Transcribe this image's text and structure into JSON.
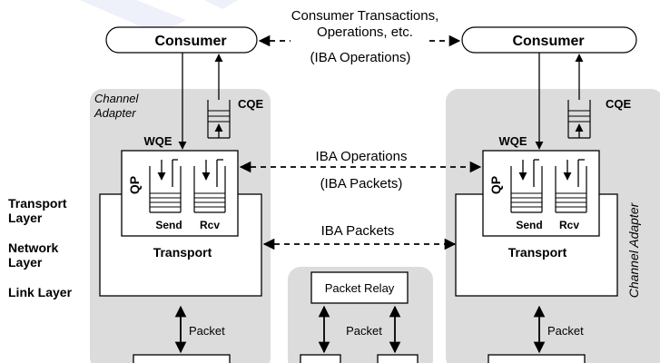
{
  "top": {
    "left_consumer": "Consumer",
    "right_consumer": "Consumer",
    "consumer_link_line1": "Consumer Transactions,",
    "consumer_link_line2": "Operations, etc.",
    "consumer_link_line3": "(IBA Operations)"
  },
  "left_ca": {
    "title_line1": "Channel",
    "title_line2": "Adapter",
    "cqe": "CQE",
    "wqe": "WQE",
    "qp": "QP",
    "send": "Send",
    "rcv": "Rcv",
    "transport": "Transport",
    "packet": "Packet"
  },
  "right_ca": {
    "title": "Channel Adapter",
    "cqe": "CQE",
    "wqe": "WQE",
    "qp": "QP",
    "send": "Send",
    "rcv": "Rcv",
    "transport": "Transport",
    "packet": "Packet"
  },
  "middle": {
    "iba_ops_line1": "IBA Operations",
    "iba_ops_line2": "(IBA Packets)",
    "iba_packets": "IBA Packets",
    "packet_relay": "Packet Relay",
    "packet": "Packet"
  },
  "layers": {
    "transport_line1": "Transport",
    "transport_line2": "Layer",
    "network_line1": "Network",
    "network_line2": "Layer",
    "link": "Link Layer"
  },
  "colors": {
    "adapter_fill": "#dcdcdc",
    "stroke": "#000000",
    "watermark": "#eef0fa"
  }
}
